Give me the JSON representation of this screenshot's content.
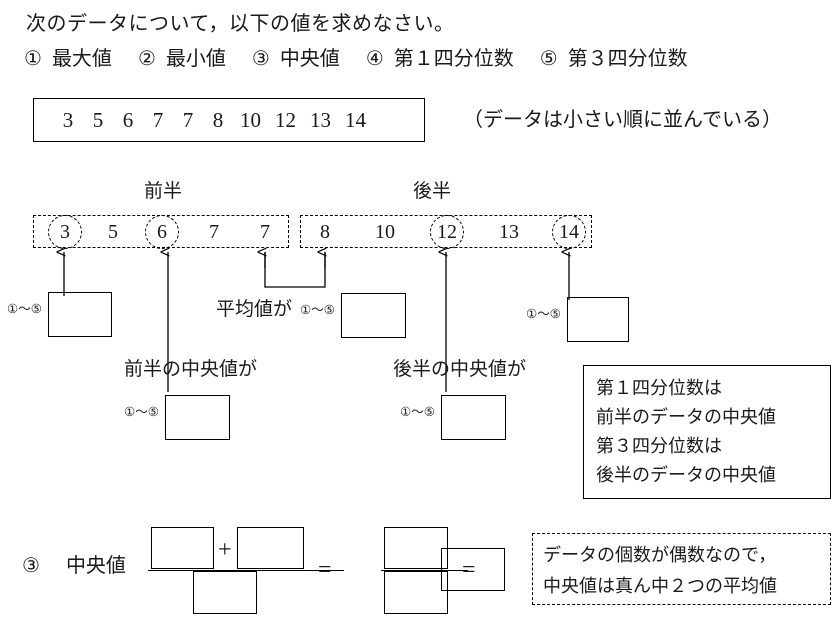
{
  "question": {
    "prompt": "次のデータについて，以下の値を求めなさい。",
    "items": [
      {
        "num": "①",
        "label": "最大値"
      },
      {
        "num": "②",
        "label": "最小値"
      },
      {
        "num": "③",
        "label": "中央値"
      },
      {
        "num": "④",
        "label": "第１四分位数"
      },
      {
        "num": "⑤",
        "label": "第３四分位数"
      }
    ]
  },
  "dataset": {
    "values": [
      "3",
      "5",
      "6",
      "7",
      "7",
      "8",
      "10",
      "12",
      "13",
      "14"
    ],
    "note": "（データは小さい順に並んでいる）"
  },
  "halves": {
    "first_label": "前半",
    "second_label": "後半",
    "first_values": [
      "3",
      "5",
      "6",
      "7",
      "7"
    ],
    "second_values": [
      "8",
      "10",
      "12",
      "13",
      "14"
    ],
    "circled": [
      "3",
      "6",
      "12",
      "14"
    ]
  },
  "annotations": {
    "answer_tag": "①〜⑤",
    "mean_caption": "平均値が",
    "first_median_caption": "前半の中央値が",
    "second_median_caption": "後半の中央値が"
  },
  "explain_box": {
    "lines": [
      "第１四分位数は",
      "前半のデータの中央値",
      "第３四分位数は",
      "後半のデータの中央値"
    ]
  },
  "bottom": {
    "num": "③",
    "label": "中央値",
    "plus": "+",
    "equals_1": "=",
    "equals_2": "=",
    "note_lines": [
      "データの個数が偶数なので，",
      "中央値は真ん中２つの平均値"
    ]
  }
}
